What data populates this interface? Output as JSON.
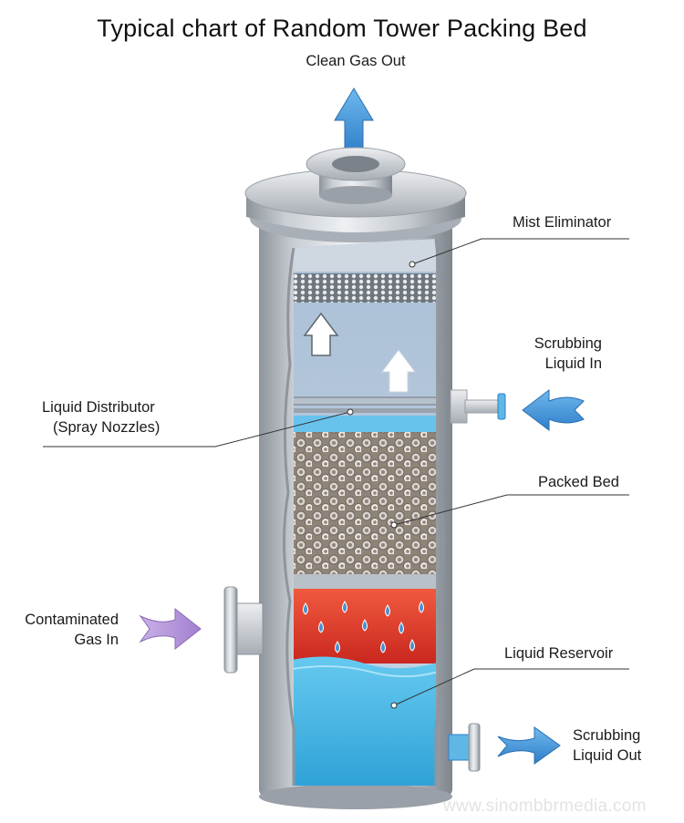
{
  "title": "Typical chart of Random Tower Packing Bed",
  "labels": {
    "clean_gas_out": "Clean Gas Out",
    "mist_eliminator": "Mist Eliminator",
    "scrubbing_liquid_in": [
      "Scrubbing",
      "Liquid In"
    ],
    "liquid_distributor": [
      "Liquid Distributor",
      "(Spray Nozzles)"
    ],
    "packed_bed": "Packed Bed",
    "contaminated_gas_in": [
      "Contaminated",
      "Gas In"
    ],
    "liquid_reservoir": "Liquid Reservoir",
    "scrubbing_liquid_out": [
      "Scrubbing",
      "Liquid Out"
    ]
  },
  "watermark": "www.sinombbrmedia.com",
  "colors": {
    "steel_light": "#d9dde2",
    "steel_dark": "#8f959c",
    "gas_region": "#b9c9db",
    "water": "#3fb3e4",
    "hot_zone": "#e0402f",
    "arrow_blue": "#3d8fd8",
    "arrow_purple": "#b79ad8",
    "leader_line": "#333333"
  }
}
